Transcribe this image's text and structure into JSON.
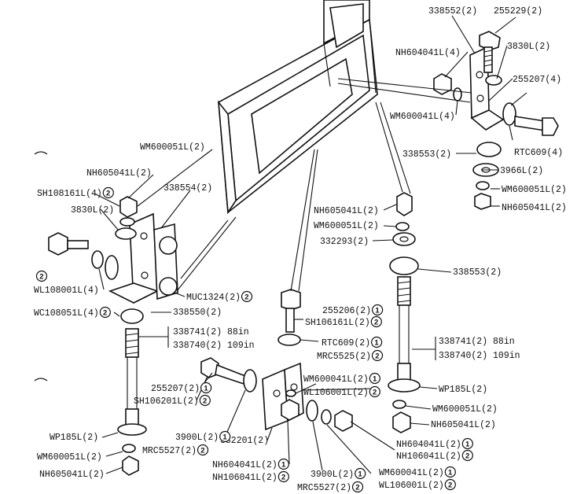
{
  "labels": [
    {
      "id": "a1",
      "parts": [
        "338552(2)"
      ]
    },
    {
      "id": "a2",
      "parts": [
        "255229(2)"
      ]
    },
    {
      "id": "a3",
      "parts": [
        "NH604041L(4)"
      ]
    },
    {
      "id": "a4",
      "parts": [
        "3830L(2)"
      ]
    },
    {
      "id": "a5",
      "parts": [
        "255207(4)"
      ]
    },
    {
      "id": "a6",
      "parts": [
        "WM600041L(4)"
      ]
    },
    {
      "id": "a7",
      "parts": [
        "RTC609(4)"
      ]
    },
    {
      "id": "a8",
      "parts": [
        "338553(2)"
      ]
    },
    {
      "id": "a9",
      "parts": [
        "3966L(2)"
      ]
    },
    {
      "id": "a10",
      "parts": [
        "WM600051L(2)"
      ]
    },
    {
      "id": "a11",
      "parts": [
        "NH605041L(2)"
      ]
    },
    {
      "id": "b1",
      "parts": [
        "WM600051L(2)"
      ]
    },
    {
      "id": "b2",
      "parts": [
        "NH605041L(2)"
      ]
    },
    {
      "id": "b3",
      "parts": [
        "SH108161L(4)",
        "2"
      ]
    },
    {
      "id": "b4",
      "parts": [
        "338554(2)"
      ]
    },
    {
      "id": "b5",
      "parts": [
        "3830L(2)"
      ]
    },
    {
      "id": "b6",
      "parts": [
        "2"
      ]
    },
    {
      "id": "b7",
      "parts": [
        "WL108001L(4)"
      ]
    },
    {
      "id": "b8",
      "parts": [
        "MUC1324(2)",
        "2"
      ]
    },
    {
      "id": "b9",
      "parts": [
        "WC108051L(4)",
        "2"
      ]
    },
    {
      "id": "b10",
      "parts": [
        "338550(2)"
      ]
    },
    {
      "id": "b11",
      "parts": [
        "338741(2)  88in"
      ]
    },
    {
      "id": "b12",
      "parts": [
        "338740(2)  109in"
      ]
    },
    {
      "id": "c1",
      "parts": [
        "NH605041L(2)"
      ]
    },
    {
      "id": "c2",
      "parts": [
        "WM600051L(2)"
      ]
    },
    {
      "id": "c3",
      "parts": [
        "332293(2)"
      ]
    },
    {
      "id": "c4",
      "parts": [
        "338553(2)"
      ]
    },
    {
      "id": "c5",
      "parts": [
        "255206(2)",
        "1"
      ]
    },
    {
      "id": "c6",
      "parts": [
        "SH106161L(2)",
        "2"
      ]
    },
    {
      "id": "c7",
      "parts": [
        "RTC609(2)",
        "1"
      ]
    },
    {
      "id": "c8",
      "parts": [
        "MRC5525(2)",
        "2"
      ]
    },
    {
      "id": "c9",
      "parts": [
        "338741(2)  88in"
      ]
    },
    {
      "id": "c10",
      "parts": [
        "338740(2)  109in"
      ]
    },
    {
      "id": "c11",
      "parts": [
        "WM600041L(2)",
        "1"
      ]
    },
    {
      "id": "c12",
      "parts": [
        "WL106001L(2)",
        "2"
      ]
    },
    {
      "id": "c13",
      "parts": [
        "WP185L(2)"
      ]
    },
    {
      "id": "d1",
      "parts": [
        "255207(2)",
        "1"
      ]
    },
    {
      "id": "d2",
      "parts": [
        "SH106201L(2)",
        "2"
      ]
    },
    {
      "id": "d3",
      "parts": [
        "WP185L(2)"
      ]
    },
    {
      "id": "d4",
      "parts": [
        "3900L(2)",
        "1"
      ]
    },
    {
      "id": "d5",
      "parts": [
        "MRC5527(2)",
        "2"
      ]
    },
    {
      "id": "d6",
      "parts": [
        "WM600051L(2)"
      ]
    },
    {
      "id": "d7",
      "parts": [
        "NH605041L(2)"
      ]
    },
    {
      "id": "d8",
      "parts": [
        "332201(2)"
      ]
    },
    {
      "id": "d9",
      "parts": [
        "WM600051L(2)"
      ]
    },
    {
      "id": "d10",
      "parts": [
        "NH605041L(2)"
      ]
    },
    {
      "id": "d11",
      "parts": [
        "NH604041L(2)",
        "1"
      ]
    },
    {
      "id": "d12",
      "parts": [
        "NH106041L(2)",
        "2"
      ]
    },
    {
      "id": "d13",
      "parts": [
        "NH604041L(2)",
        "1"
      ]
    },
    {
      "id": "d14",
      "parts": [
        "NH106041L(2)",
        "2"
      ]
    },
    {
      "id": "d15",
      "parts": [
        "3900L(2)",
        "1"
      ]
    },
    {
      "id": "d16",
      "parts": [
        "MRC5527(2)",
        "2"
      ]
    },
    {
      "id": "d17",
      "parts": [
        "WM600041L(2)",
        "1"
      ]
    },
    {
      "id": "d18",
      "parts": [
        "WL106001L(2)",
        "2"
      ]
    }
  ]
}
